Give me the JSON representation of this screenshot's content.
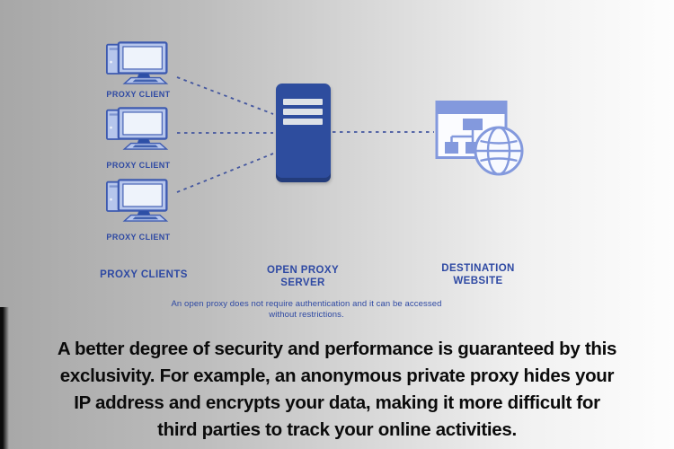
{
  "colors": {
    "accent_blue": "#2e49a3",
    "server_blue": "#2e4d9e",
    "periwinkle": "#8399dd",
    "client_fill": "#b6c6ec",
    "client_stroke": "#3d5ab0",
    "client_dark": "#2d4fa6",
    "dash_line": "#43569f",
    "bottom_text_color": "#0b0b0b",
    "background_left": "#a7a7a7",
    "background_right": "#fdfdfd"
  },
  "icons": {
    "client": "desktop-computer-icon",
    "server": "proxy-server-icon",
    "destination": "website-globe-icon"
  },
  "diagram": {
    "clients": [
      {
        "label": "PROXY CLIENT"
      },
      {
        "label": "PROXY CLIENT"
      },
      {
        "label": "PROXY CLIENT"
      }
    ],
    "clients_group_label": "PROXY CLIENTS",
    "server_label": "OPEN PROXY SERVER",
    "destination_label": "DESTINATION WEBSITE",
    "caption": "An open proxy does not require authentication and it can be accessed without restrictions."
  },
  "bottom_text": {
    "lines": [
      "A better degree of security and performance is guaranteed by this",
      "exclusivity. For example, an anonymous private proxy hides your",
      "IP address and encrypts your data, making it more difficult for",
      "third parties to track your online activities."
    ]
  }
}
